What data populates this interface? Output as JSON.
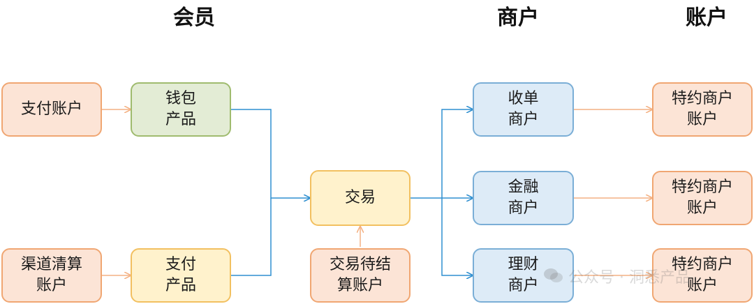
{
  "headings": {
    "member": "会员",
    "merchant": "商户",
    "account": "账户"
  },
  "nodes": {
    "pay_account": [
      "支付账户"
    ],
    "wallet_product": [
      "钱包",
      "产品"
    ],
    "channel_clearing": [
      "渠道清算",
      "账户"
    ],
    "pay_product": [
      "支付",
      "产品"
    ],
    "transaction": [
      "交易"
    ],
    "pending_settlement": [
      "交易待结",
      "算账户"
    ],
    "acquiring_merchant": [
      "收单",
      "商户"
    ],
    "finance_merchant": [
      "金融",
      "商户"
    ],
    "wealth_merchant": [
      "理财",
      "商户"
    ],
    "special_account_1": [
      "特约商户",
      "账户"
    ],
    "special_account_2": [
      "特约商户",
      "账户"
    ],
    "special_account_3": [
      "特约商户",
      "账户"
    ]
  },
  "watermark": {
    "icon": "wechat-logo",
    "text": "公众号 · 洞悉产品"
  },
  "colors": {
    "orange_fill": "#fce4d6",
    "orange_border": "#f0a672",
    "green_fill": "#e3ecd5",
    "green_border": "#9fbb6e",
    "yellow_fill": "#fff2cc",
    "yellow_border": "#f2c060",
    "blue_fill": "#ddebf7",
    "blue_border": "#7aaed6",
    "orange_arrow": "#f4b183",
    "blue_arrow": "#2e8fd0"
  }
}
